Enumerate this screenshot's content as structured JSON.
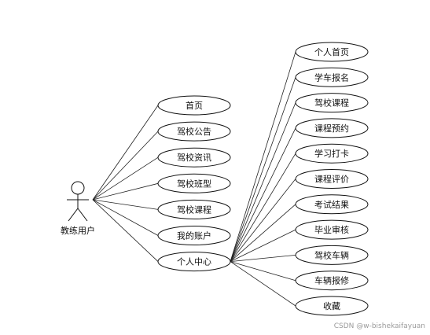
{
  "actor": {
    "label": "教练用户"
  },
  "primary_use_cases": [
    {
      "id": "home",
      "label": "首页"
    },
    {
      "id": "notice",
      "label": "驾校公告"
    },
    {
      "id": "news",
      "label": "驾校资讯"
    },
    {
      "id": "class-type",
      "label": "驾校班型"
    },
    {
      "id": "course",
      "label": "驾校课程"
    },
    {
      "id": "account",
      "label": "我的账户"
    },
    {
      "id": "personal-center",
      "label": "个人中心"
    }
  ],
  "personal_center_use_cases": [
    {
      "id": "personal-home",
      "label": "个人首页"
    },
    {
      "id": "enroll",
      "label": "学车报名"
    },
    {
      "id": "school-course",
      "label": "驾校课程"
    },
    {
      "id": "course-booking",
      "label": "课程预约"
    },
    {
      "id": "check-in",
      "label": "学习打卡"
    },
    {
      "id": "course-review",
      "label": "课程评价"
    },
    {
      "id": "exam-result",
      "label": "考试结果"
    },
    {
      "id": "graduation",
      "label": "毕业审核"
    },
    {
      "id": "vehicle",
      "label": "驾校车辆"
    },
    {
      "id": "repair",
      "label": "车辆报修"
    },
    {
      "id": "favorites",
      "label": "收藏"
    }
  ],
  "watermark": "CSDN @w-bishekaifayuan"
}
